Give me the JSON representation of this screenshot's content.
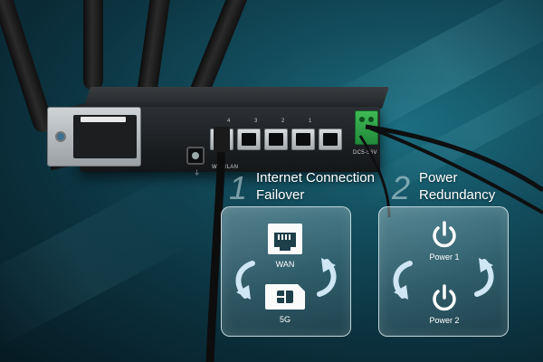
{
  "router": {
    "port_numbers": [
      "4",
      "3",
      "2",
      "1"
    ],
    "wan_lan_label": "WAN/LAN",
    "dc_label": "DC5-56V"
  },
  "features": [
    {
      "number": "1",
      "title_line1": "Internet Connection",
      "title_line2": "Failover",
      "icons": [
        {
          "icon": "ethernet-port-icon",
          "label": "WAN"
        },
        {
          "icon": "sim-card-icon",
          "label": "5G"
        }
      ]
    },
    {
      "number": "2",
      "title_line1": "Power",
      "title_line2": "Redundancy",
      "icons": [
        {
          "icon": "power-icon",
          "label": "Power 1"
        },
        {
          "icon": "power-icon",
          "label": "Power 2"
        }
      ]
    }
  ],
  "colors": {
    "background_center": "#1b6e80",
    "background_edge": "#061a22",
    "panel_border": "#dcebf0",
    "arrow": "#cfe6f5",
    "terminal_green": "#3fb955"
  }
}
